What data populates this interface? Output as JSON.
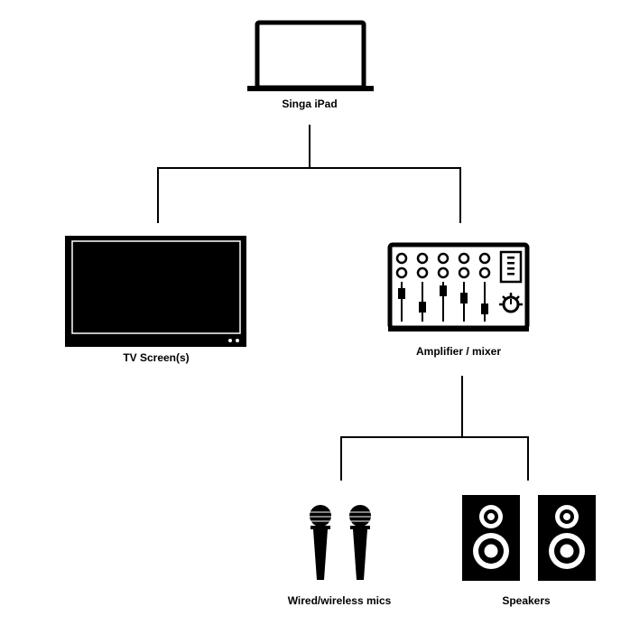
{
  "nodes": {
    "ipad": {
      "label": "Singa iPad",
      "icon": "laptop-icon"
    },
    "tv": {
      "label": "TV Screen(s)",
      "icon": "tv-icon"
    },
    "mixer": {
      "label": "Amplifier / mixer",
      "icon": "mixer-icon"
    },
    "mics": {
      "label": "Wired/wireless mics",
      "icon": "microphone-icon"
    },
    "speakers": {
      "label": "Speakers",
      "icon": "speaker-icon"
    }
  },
  "edges": [
    {
      "from": "ipad",
      "to": "tv"
    },
    {
      "from": "ipad",
      "to": "mixer"
    },
    {
      "from": "mixer",
      "to": "mics"
    },
    {
      "from": "mixer",
      "to": "speakers"
    }
  ],
  "colors": {
    "ink": "#000000",
    "background": "#ffffff"
  }
}
